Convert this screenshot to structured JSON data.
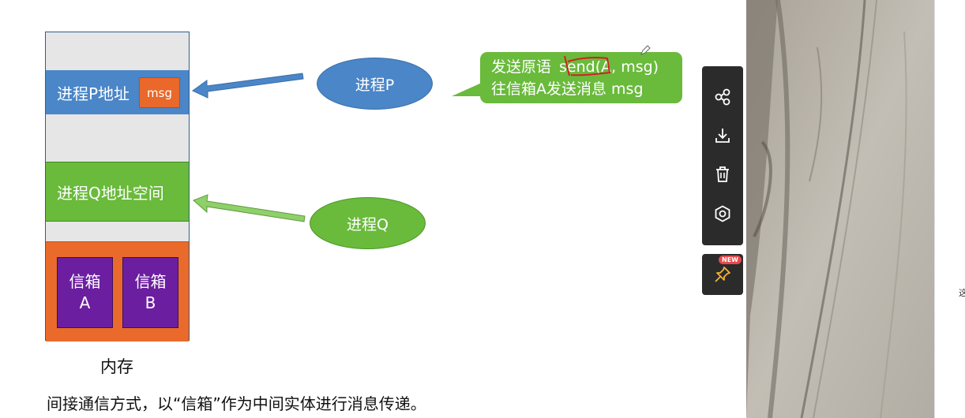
{
  "memory": {
    "process_p_space": "进程P地址",
    "msg": "msg",
    "process_q_space": "进程Q地址空间",
    "mailbox_a": [
      "信箱",
      "A"
    ],
    "mailbox_b": [
      "信箱",
      "B"
    ],
    "label": "内存"
  },
  "processes": {
    "p": "进程P",
    "q": "进程Q"
  },
  "callout": {
    "line1_pre": "发送原语",
    "line1_send": "send",
    "line1_post": "(A, msg)",
    "line2": "往信箱A发送消息 msg"
  },
  "caption": "间接通信方式，以“信箱”作为中间实体进行消息传递。",
  "toolbar": {
    "badge": "NEW",
    "icons": [
      "share-icon",
      "download-icon",
      "trash-icon",
      "target-icon",
      "pin-icon"
    ]
  },
  "edge_text": "这",
  "colors": {
    "blue": "#4a86c8",
    "green": "#6aba3c",
    "orange": "#e96a2a",
    "purple": "#6b1fa0",
    "toolbar": "#2b2b2b"
  }
}
